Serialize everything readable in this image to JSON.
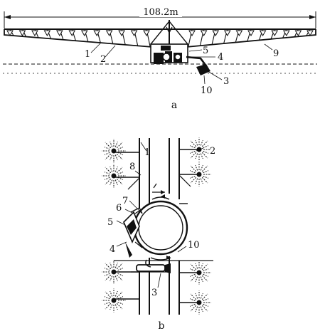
{
  "figure_a": {
    "dimension": "108.2m",
    "labels": [
      "1",
      "2",
      "3",
      "4",
      "5",
      "9",
      "10"
    ],
    "caption": "a"
  },
  "figure_b": {
    "labels": [
      "1",
      "2",
      "3",
      "4",
      "5",
      "6",
      "7",
      "8",
      "10"
    ],
    "caption": "b"
  }
}
